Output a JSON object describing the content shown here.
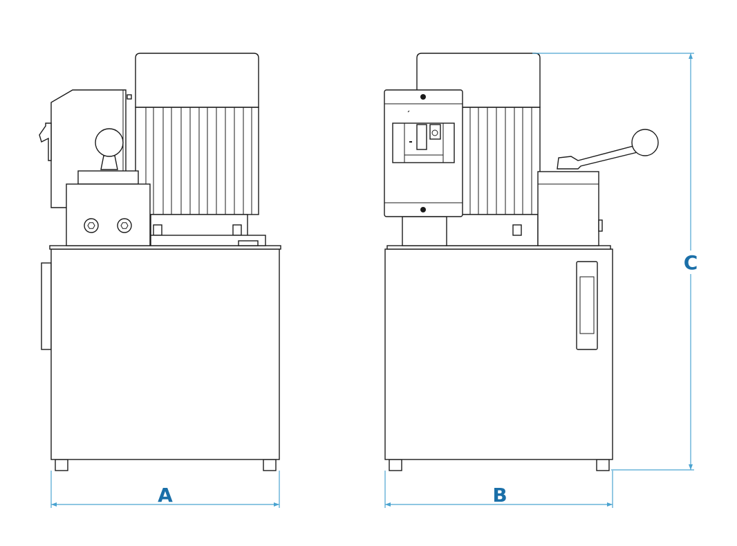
{
  "drawing": {
    "views": [
      "side-view",
      "front-view"
    ],
    "dimensions": [
      {
        "id": "width-side",
        "label": "A"
      },
      {
        "id": "width-front",
        "label": "B"
      },
      {
        "id": "height",
        "label": "C"
      }
    ],
    "colors": {
      "line": "#1a1a1a",
      "dimension": "#4aa3d0",
      "label": "#1a6fa8"
    }
  }
}
